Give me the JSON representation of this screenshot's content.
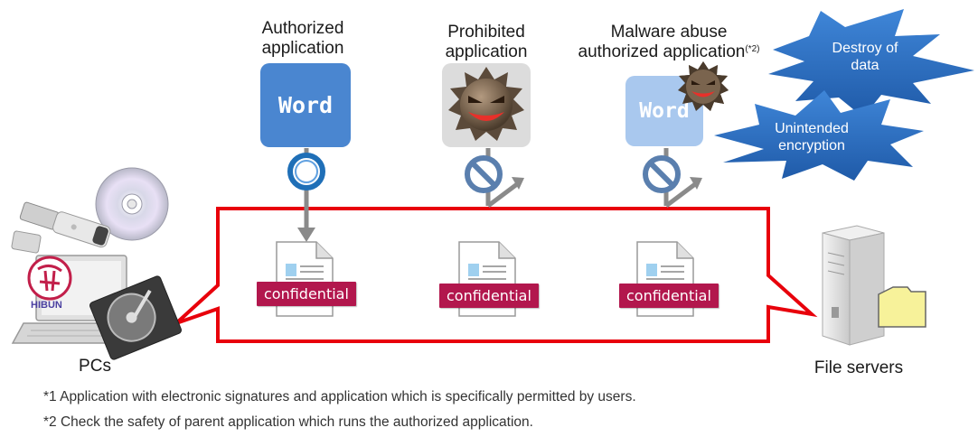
{
  "columns": [
    {
      "id": "authorized",
      "title_line1": "Authorized",
      "title_line2": "application",
      "app_text": "Word",
      "conf_label": "confidential"
    },
    {
      "id": "prohibited",
      "title_line1": "Prohibited",
      "title_line2": "application",
      "app_text": "",
      "conf_label": "confidential"
    },
    {
      "id": "malware",
      "title_line1": "Malware abuse",
      "title_line2": "authorized application",
      "title_sup": "(*2)",
      "app_text": "Word",
      "conf_label": "confidential"
    }
  ],
  "bursts": [
    {
      "line1": "Destroy of",
      "line2": "data"
    },
    {
      "line1": "Unintended",
      "line2": "encryption"
    }
  ],
  "left_device": {
    "label": "PCs",
    "logo_text": "HIBUN"
  },
  "right_device": {
    "label": "File servers"
  },
  "footnotes": [
    "*1 Application with electronic signatures and application which is specifically permitted by users.",
    "*2 Check the safety of parent application which runs the authorized application."
  ],
  "colors": {
    "frame_red": "#e8000b",
    "word_blue": "#4a86d0",
    "word_blue_light": "#a9c8ee",
    "conf_red": "#b2174d",
    "burst_blue": "#2f6fc0",
    "allow_ring": "#1f6fb7"
  },
  "icons": [
    "cd-icon",
    "usb-drive-icon",
    "hard-disk-icon",
    "laptop-icon",
    "server-icon",
    "folder-icon",
    "malware-icon",
    "allow-icon",
    "deny-icon",
    "document-icon"
  ]
}
